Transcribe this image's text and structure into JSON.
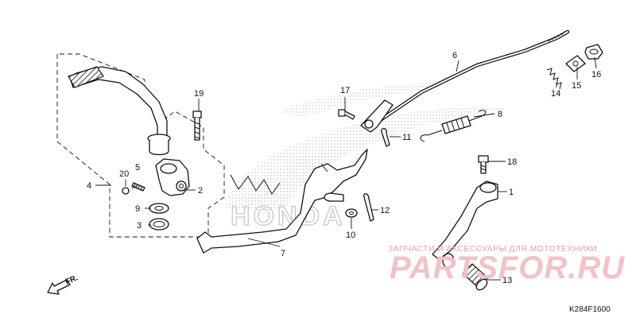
{
  "diagram": {
    "drawing_code": "K284F1600",
    "direction_label": "FR.",
    "brand_watermark": "HONDA",
    "watermark": {
      "text_top": "ЗАПЧАСТИ И АКСЕССУАРЫ ДЛЯ МОТОТЕХНИКИ",
      "text_big": "PARTSFOR.RU"
    },
    "callouts": {
      "c1": "1",
      "c2": "2",
      "c3": "3",
      "c4": "4",
      "c5": "5",
      "c6": "6",
      "c7": "7",
      "c8": "8",
      "c9": "9",
      "c10": "10",
      "c11": "11",
      "c12": "12",
      "c13": "13",
      "c14": "14",
      "c15": "15",
      "c16": "16",
      "c17": "17",
      "c18": "18",
      "c19": "19",
      "c20": "20"
    }
  }
}
